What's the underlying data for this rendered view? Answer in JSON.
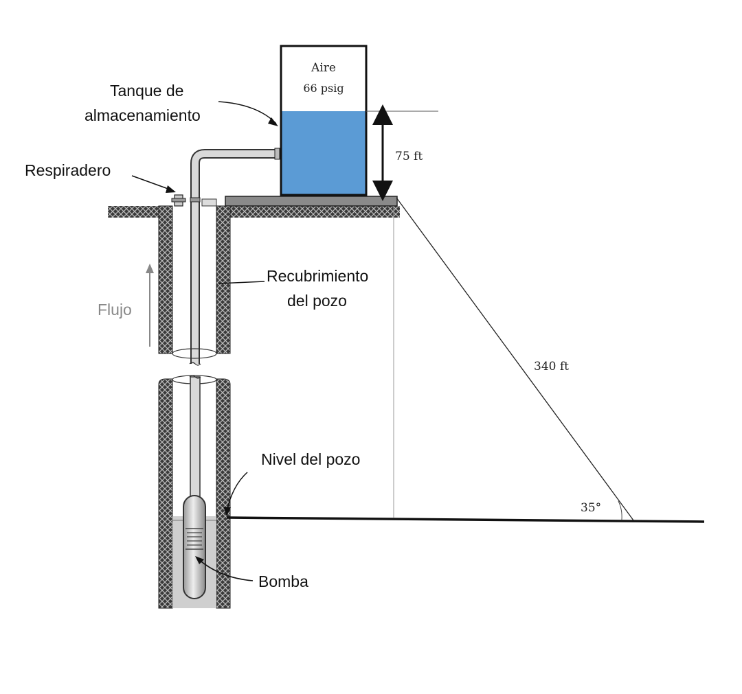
{
  "labels": {
    "tank_line1": "Tanque de",
    "tank_line2": "almacenamiento",
    "vent": "Respiradero",
    "casing_line1": "Recubrimiento",
    "casing_line2": "del pozo",
    "flow": "Flujo",
    "well_level": "Nivel del pozo",
    "pump": "Bomba",
    "air": "Aire",
    "pressure": "66 psig",
    "height": "75 ft",
    "slope_length": "340 ft",
    "angle": "35°"
  },
  "colors": {
    "water": "#5b9bd5",
    "outline": "#111111",
    "casing_fill": "#3a3a3a",
    "ground": "#8a8a8a",
    "well_water": "#cfcfcf",
    "flow_text": "#888888"
  }
}
